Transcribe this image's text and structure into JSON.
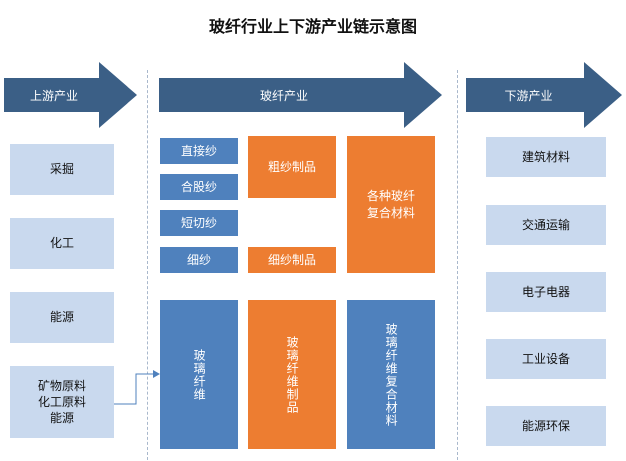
{
  "title": "玻纤行业上下游产业链示意图",
  "upstream": {
    "header": "上游产业",
    "items": [
      "采掘",
      "化工",
      "能源",
      "矿物原料\n化工原料\n能源"
    ]
  },
  "midstream": {
    "header": "玻纤产业",
    "yarns": [
      "直接纱",
      "合股纱",
      "短切纱",
      "细纱"
    ],
    "coarse_products": "粗纱制品",
    "fine_products": "细纱制品",
    "composites": "各种玻纤\n复合材料",
    "fiber": "玻璃纤维",
    "fiber_products": "玻璃纤维制品",
    "fiber_composites": "玻璃纤维复合材料"
  },
  "downstream": {
    "header": "下游产业",
    "items": [
      "建筑材料",
      "交通运输",
      "电子电器",
      "工业设备",
      "能源环保"
    ]
  },
  "colors": {
    "arrow": "#3b5f86",
    "blue": "#4f81bd",
    "orange": "#ed7d31",
    "light": "#c9d9ee"
  }
}
